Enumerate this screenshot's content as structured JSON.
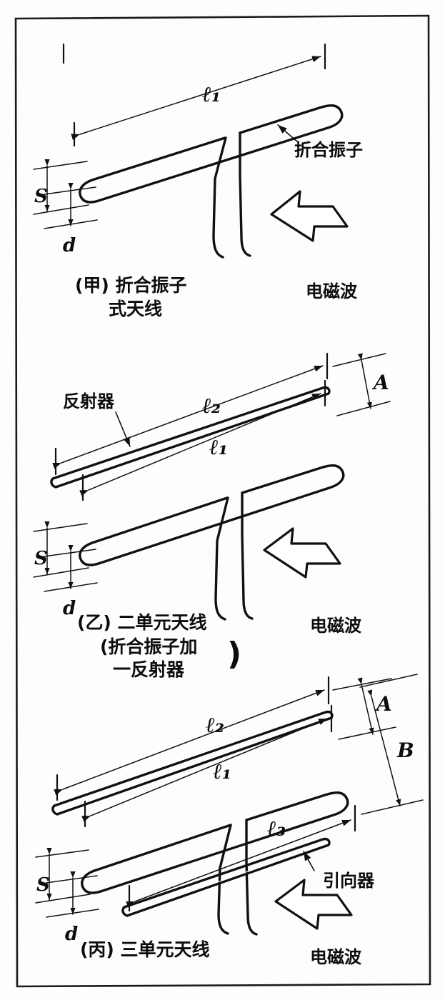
{
  "figure": {
    "title": "Folded dipole antenna construction diagram",
    "background_color": "#fdfdfc",
    "ink_color": "#111111"
  },
  "panels": [
    {
      "id": "panel-a",
      "caption_line1": "(甲) 折合振子",
      "caption_line2": "式天线",
      "length_labels": [
        "ℓ₁"
      ],
      "spacing_labels": [
        "S",
        "d"
      ],
      "part_label": "折合振子",
      "wave_label": "电磁波"
    },
    {
      "id": "panel-b",
      "caption_line1": "(乙) 二单元天线",
      "caption_line2": "(折合振子加",
      "caption_line3": "一反射器",
      "caption_paren_open": "(",
      "caption_paren_close": ")",
      "length_labels": [
        "ℓ₂",
        "ℓ₁"
      ],
      "spacing_labels": [
        "S",
        "d"
      ],
      "gap_label": "A",
      "part_label": "反射器",
      "wave_label": "电磁波"
    },
    {
      "id": "panel-c",
      "caption_line1": "(丙) 三单元天线",
      "length_labels": [
        "ℓ₂",
        "ℓ₁",
        "ℓ₃"
      ],
      "spacing_labels": [
        "S",
        "d"
      ],
      "gap_labels": [
        "A",
        "B"
      ],
      "part_label": "引向器",
      "wave_label": "电磁波"
    }
  ],
  "labels": {
    "l1": "ℓ₁",
    "l2": "ℓ₂",
    "l3": "ℓ₃",
    "s": "S",
    "d": "d",
    "a": "A",
    "b": "B",
    "folded_dipole": "折合振子",
    "reflector": "反射器",
    "director": "引向器",
    "em_wave": "电磁波",
    "caption_a_1": "(甲) 折合振子",
    "caption_a_2": "式天线",
    "caption_b_1": "(乙) 二单元天线",
    "caption_b_2": "(折合振子加",
    "caption_b_3": "一反射器",
    "caption_b_close": ")",
    "caption_c_1": "(丙) 三单元天线"
  }
}
